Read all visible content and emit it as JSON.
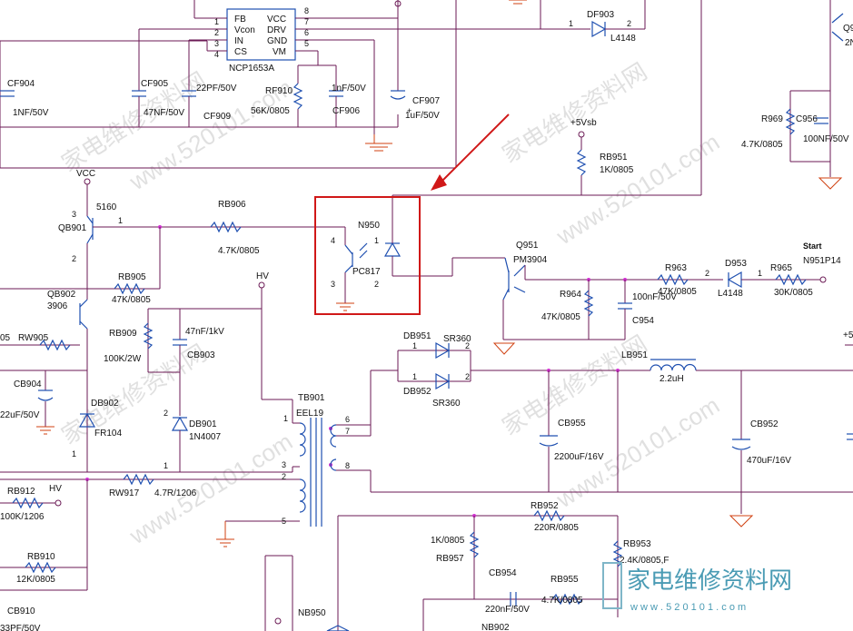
{
  "ic": {
    "ref": "NCP1653A",
    "pins_left": [
      "FB",
      "Vcon",
      "IN",
      "CS"
    ],
    "pins_right": [
      "VCC",
      "DRV",
      "GND",
      "VM"
    ],
    "pin_nums_left": [
      "1",
      "2",
      "3",
      "4"
    ],
    "pin_nums_right": [
      "8",
      "7",
      "6",
      "5"
    ]
  },
  "rails": {
    "vsb": "+5Vsb",
    "vcc": "VCC",
    "hv": "HV",
    "hv2": "HV"
  },
  "start": {
    "title": "Start",
    "net": "N951P14"
  },
  "optocoupler": {
    "ref": "N950",
    "part": "PC817",
    "pins": [
      "4",
      "1",
      "3",
      "2"
    ]
  },
  "components": {
    "cf904": {
      "ref": "CF904",
      "value": "1NF/50V"
    },
    "cf905": {
      "ref": "CF905",
      "value": "47NF/50V"
    },
    "cf909": {
      "ref": "CF909",
      "value": "22PF/50V"
    },
    "rf910": {
      "ref": "RF910",
      "value": "56K/0805"
    },
    "cf906": {
      "ref": "CF906",
      "value": "1nF/50V"
    },
    "cf907": {
      "ref": "CF907",
      "value": "1uF/50V"
    },
    "df903": {
      "ref": "DF903",
      "value": "L4148",
      "pin1": "1",
      "pin2": "2"
    },
    "rb951": {
      "ref": "RB951",
      "value": "1K/0805"
    },
    "r969": {
      "ref": "R969",
      "value": "4.7K/0805"
    },
    "c956": {
      "ref": "C956",
      "value": "100NF/50V"
    },
    "qb901": {
      "ref": "QB901",
      "value": "5160",
      "pins": [
        "3",
        "1",
        "2"
      ]
    },
    "rb906": {
      "ref": "RB906",
      "value": "4.7K/0805"
    },
    "rb905": {
      "ref": "RB905",
      "value": "47K/0805"
    },
    "qb902": {
      "ref": "QB902",
      "value": "3906"
    },
    "rw905": {
      "ref": "RW905",
      "value": "05"
    },
    "rb909": {
      "ref": "RB909",
      "value": "100K/2W"
    },
    "cb903": {
      "ref": "CB903",
      "value": "47nF/1kV"
    },
    "db901": {
      "ref": "DB901",
      "value": "1N4007",
      "pins": [
        "2",
        "1"
      ]
    },
    "cb904": {
      "ref": "CB904",
      "value": "22uF/50V"
    },
    "db902": {
      "ref": "DB902",
      "value": "FR104",
      "pin": "1"
    },
    "q951": {
      "ref": "Q951",
      "value": "PM3904"
    },
    "r963": {
      "ref": "R963",
      "value": "47K/0805",
      "pin": "2"
    },
    "d953": {
      "ref": "D953",
      "value": "L4148"
    },
    "r965": {
      "ref": "R965",
      "value": "30K/0805",
      "pin": "1"
    },
    "r964": {
      "ref": "R964",
      "value": "47K/0805"
    },
    "c954": {
      "ref": "C954",
      "value": "100nF/50V"
    },
    "db951": {
      "ref": "DB951",
      "value": "SR360",
      "pins": [
        "1",
        "2"
      ]
    },
    "db952": {
      "ref": "DB952",
      "value": "SR360",
      "pins": [
        "1",
        "2"
      ]
    },
    "lb951": {
      "ref": "LB951",
      "value": "2.2uH"
    },
    "cb955": {
      "ref": "CB955",
      "value": "2200uF/16V"
    },
    "cb952": {
      "ref": "CB952",
      "value": "470uF/16V"
    },
    "tb901": {
      "ref": "TB901",
      "value": "EEL19",
      "pins": [
        "1",
        "3",
        "2",
        "5",
        "6",
        "7",
        "8"
      ]
    },
    "rb912": {
      "ref": "RB912",
      "value": "100K/1206"
    },
    "rw917": {
      "ref": "RW917",
      "value": "4.7R/1206"
    },
    "rb910": {
      "ref": "RB910",
      "value": "12K/0805"
    },
    "cb910": {
      "ref": "CB910",
      "value": "33PF/50V"
    },
    "rb952": {
      "ref": "RB952",
      "value": "220R/0805"
    },
    "rb957": {
      "ref": "RB957",
      "value": "1K/0805"
    },
    "rb953": {
      "ref": "RB953",
      "value": "2.4K/0805,F"
    },
    "cb954": {
      "ref": "CB954",
      "value": "220nF/50V"
    },
    "rb955": {
      "ref": "RB955",
      "value": "4.7K/0805"
    },
    "nb950": {
      "ref": "NB950"
    },
    "nb902": {
      "ref": "NB902"
    },
    "q95x": {
      "ref": "Q9",
      "value": "2N"
    },
    "edge5": {
      "ref": "+5"
    }
  },
  "watermark": {
    "url": "www.520101.com",
    "cn": "家电维修资料网",
    "corner_cn": "家电维修资料网",
    "corner_url": "w w w . 5 2 0 1 0 1 . c o m"
  },
  "colors": {
    "wire": "#6b1a55",
    "component": "#1e4fb0",
    "ground": "#d04010",
    "highlight": "#d01818"
  }
}
